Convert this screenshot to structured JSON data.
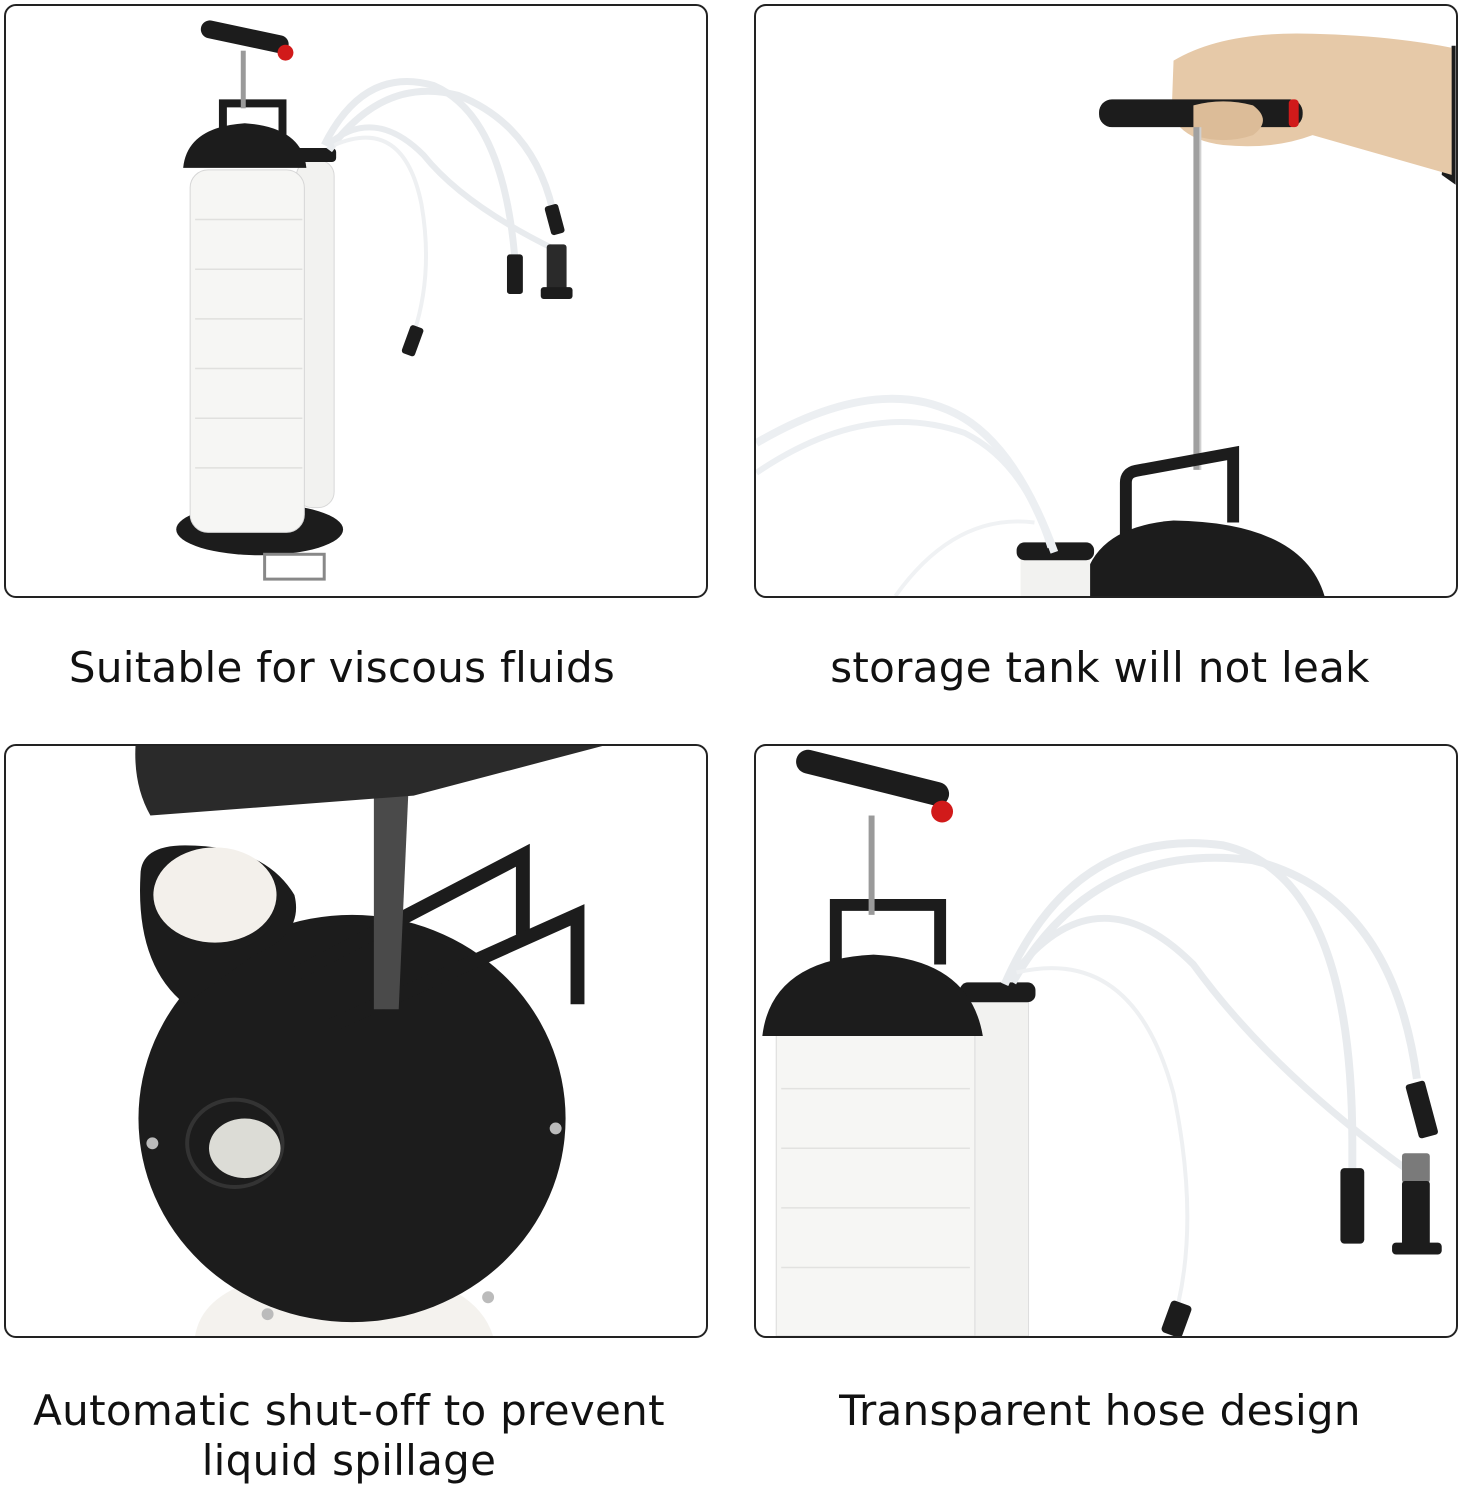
{
  "colors": {
    "tank_white": "#f4f4f2",
    "body_black": "#1c1c1c",
    "handle_cap_red": "#d11a1a",
    "rod_steel": "#9a9a9a",
    "hose": "#eef0f2"
  },
  "panels": [
    {
      "image": "pump-full-view-image",
      "caption": "Suitable for viscous fluids"
    },
    {
      "image": "hand-pumping-handle-image",
      "caption": "storage tank will not leak"
    },
    {
      "image": "lid-closeup-image",
      "caption_line1": "Automatic shut-off to prevent",
      "caption_line2": "liquid spillage"
    },
    {
      "image": "pump-side-view-image",
      "caption": "Transparent hose design"
    }
  ]
}
